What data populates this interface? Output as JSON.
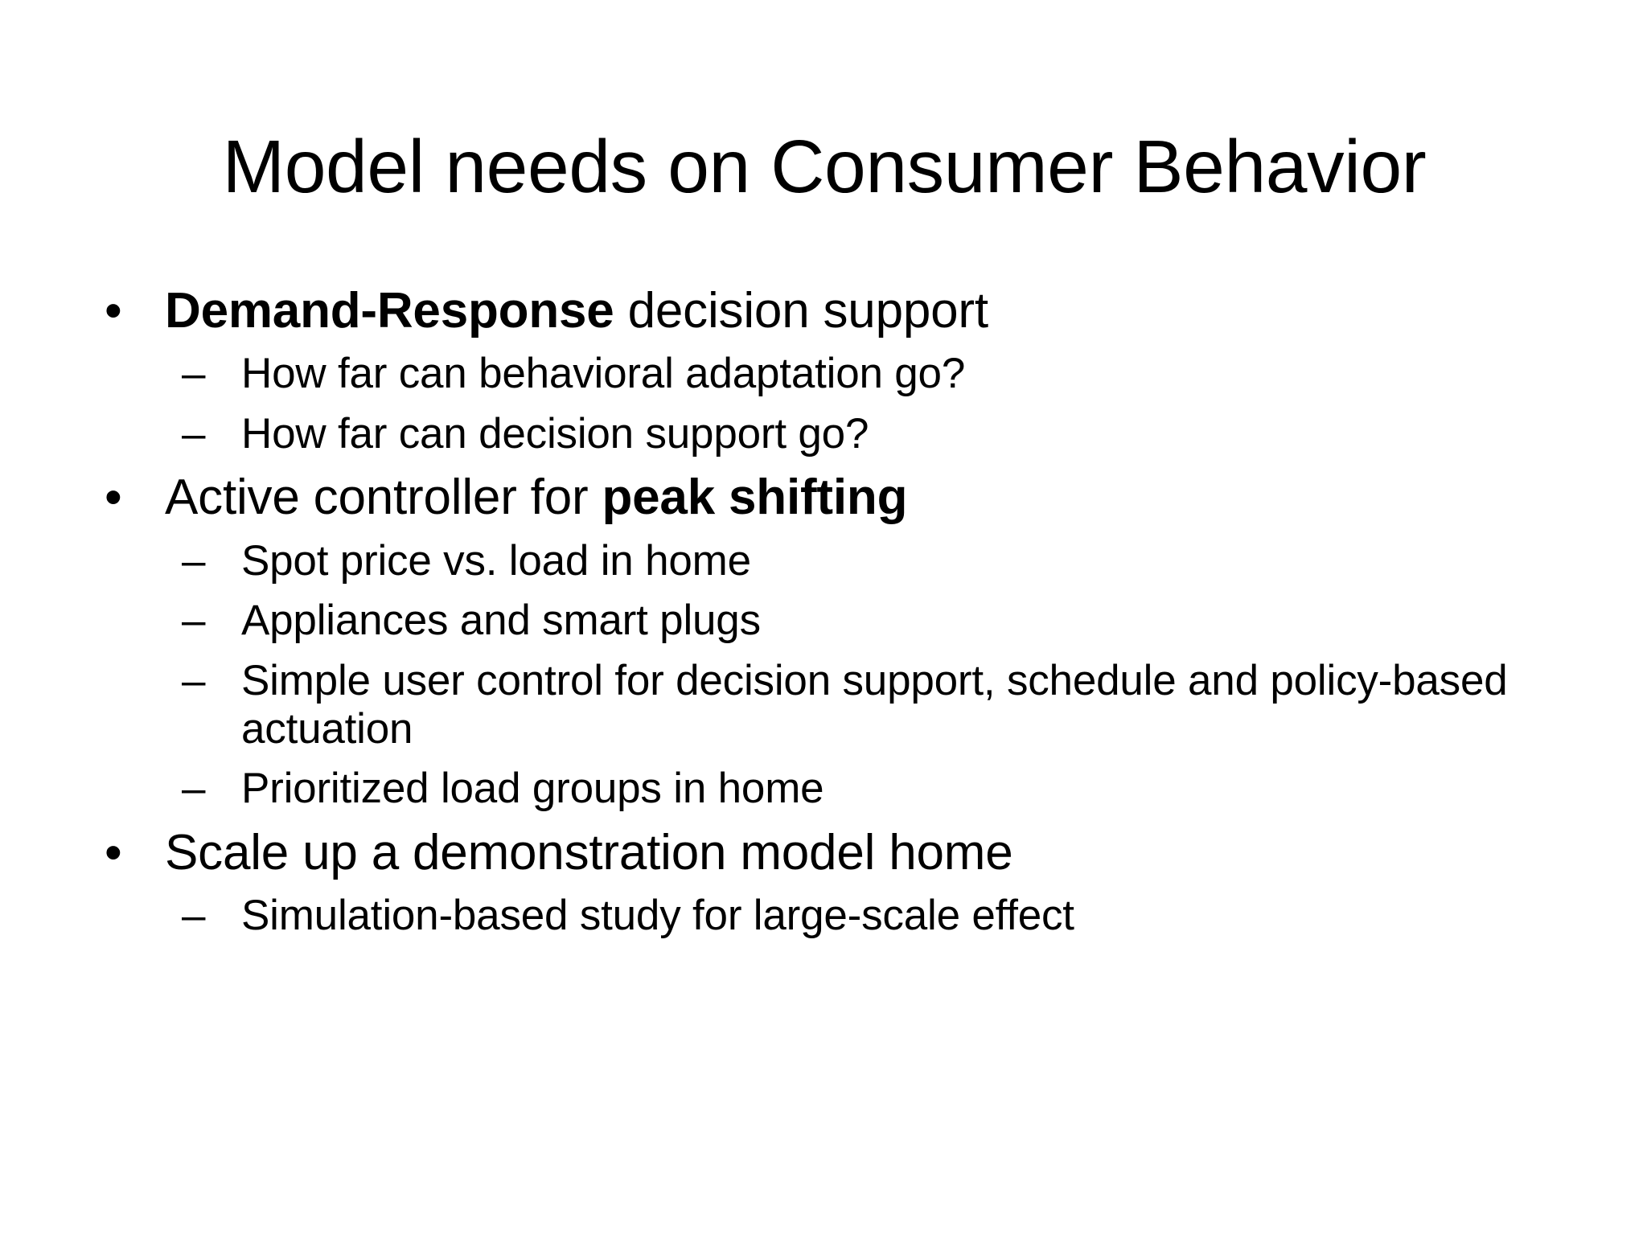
{
  "slide": {
    "background_color": "#ffffff",
    "text_color": "#000000",
    "title": "Model needs on Consumer Behavior",
    "level1_marker": "•",
    "level2_marker": "–",
    "bullets": [
      {
        "id": "demand-response-decision-support",
        "runs": [
          {
            "text": "Demand-Response",
            "bold": true
          },
          {
            "text": " decision support",
            "bold": false
          }
        ],
        "plain": "Demand-Response decision support",
        "sub_bullets": [
          {
            "id": "how-far-behavioral-adaptation",
            "text": "How far can behavioral adaptation go?"
          },
          {
            "id": "how-far-decision-support",
            "text": "How far can decision support go?"
          }
        ]
      },
      {
        "id": "active-controller-peak-shifting",
        "runs": [
          {
            "text": "Active controller for ",
            "bold": false
          },
          {
            "text": "peak shifting",
            "bold": true
          }
        ],
        "plain": "Active controller for peak shifting",
        "sub_bullets": [
          {
            "id": "spot-price-vs-load",
            "text": "Spot price vs. load in home"
          },
          {
            "id": "appliances-smart-plugs",
            "text": "Appliances and smart plugs"
          },
          {
            "id": "simple-user-control",
            "text": "Simple user control for decision support, schedule and policy-based actuation"
          },
          {
            "id": "prioritized-load-groups",
            "text": "Prioritized load groups in home"
          }
        ]
      },
      {
        "id": "scale-up-demonstration-model-home",
        "runs": [
          {
            "text": "Scale up a demonstration model home",
            "bold": false
          }
        ],
        "plain": "Scale up a demonstration model home",
        "sub_bullets": [
          {
            "id": "simulation-based-study",
            "text": "Simulation-based study for large-scale effect"
          }
        ]
      }
    ]
  }
}
